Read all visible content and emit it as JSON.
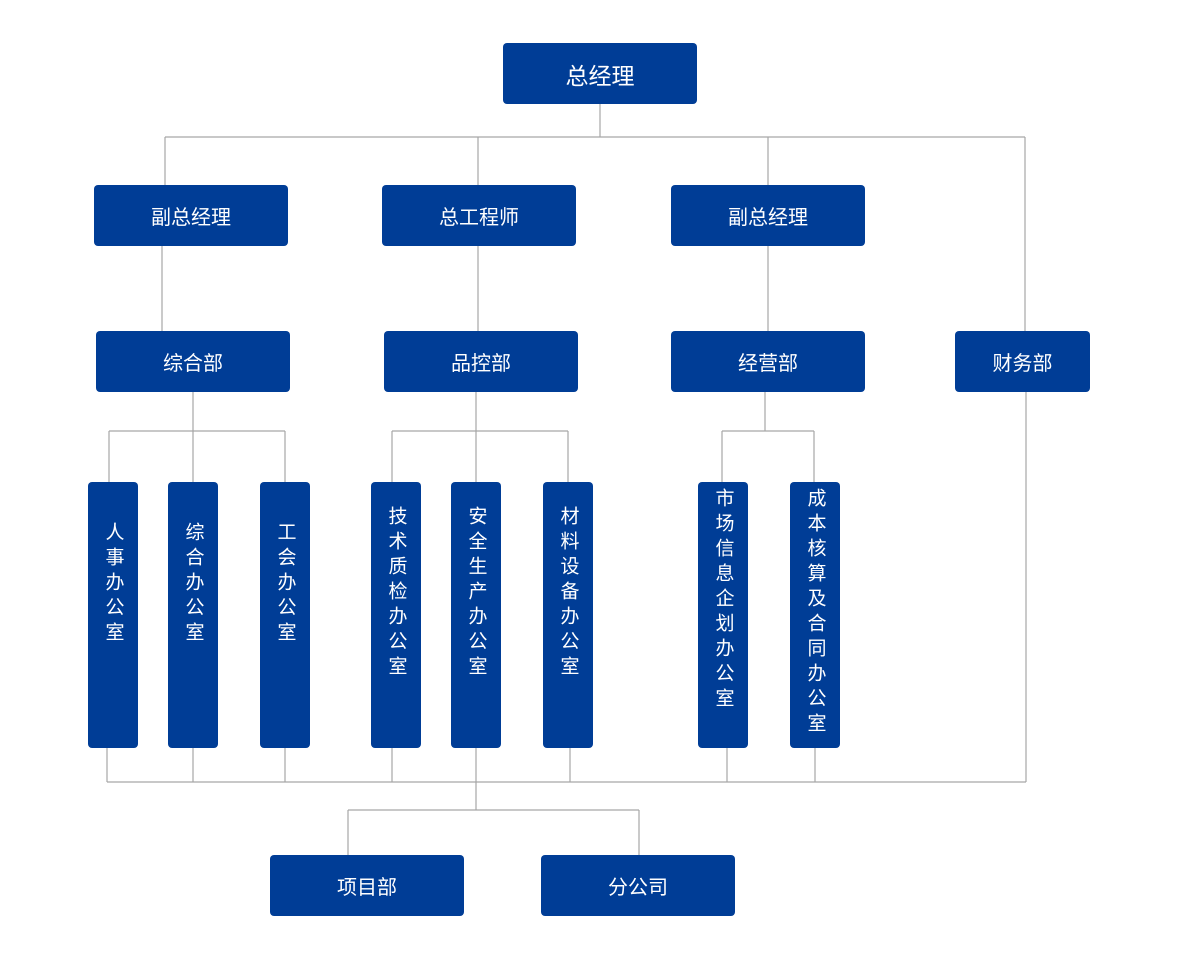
{
  "org": {
    "general_manager": "总经理",
    "deputy_gm_1": "副总经理",
    "chief_engineer": "总工程师",
    "deputy_gm_2": "副总经理",
    "admin_dept": "综合部",
    "qc_dept": "品控部",
    "business_dept": "经营部",
    "finance_dept": "财务部",
    "hr_office": "人事办公室",
    "general_office": "综合办公室",
    "union_office": "工会办公室",
    "tech_quality_office": "技术质检办公室",
    "safety_office": "安全生产办公室",
    "material_office": "材料设备办公室",
    "market_office": "市场信息企划办公室",
    "cost_office": "成本核算及合同办公室",
    "project_dept": "项目部",
    "branch_company": "分公司"
  },
  "colors": {
    "box_fill": "#003d96",
    "box_text": "#ffffff",
    "connector": "#a6a6a6"
  }
}
